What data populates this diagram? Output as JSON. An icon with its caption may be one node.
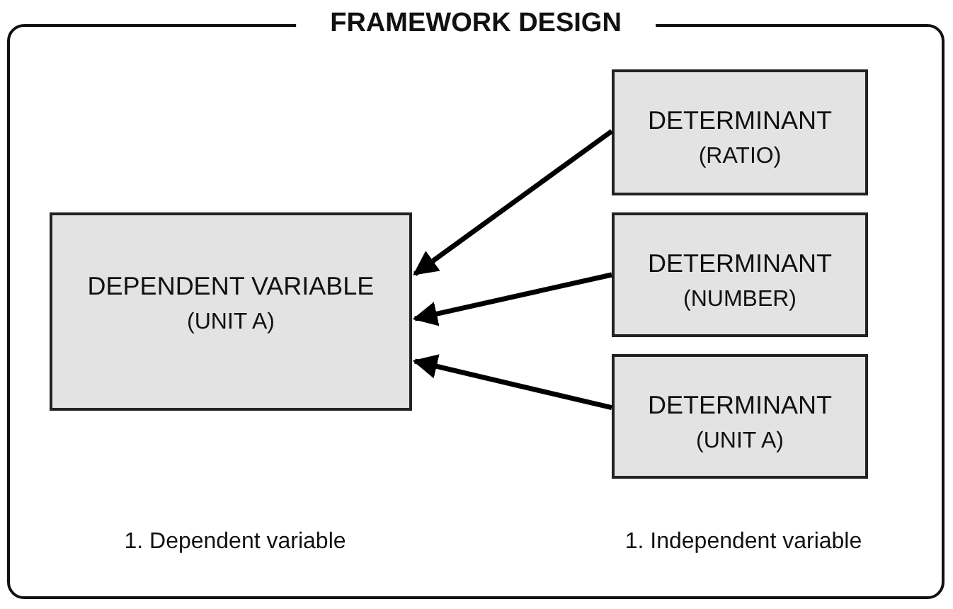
{
  "diagram": {
    "nodes": [
      {
        "text": [
          "FRAMEWORK DESIGN"
        ]
      },
      {
        "text": [
          "DEPENDENT VARIABLE",
          "(UNIT A)"
        ],
        "in": 0
      },
      {
        "text": [
          "DETERMINANT",
          "(RATIO)"
        ],
        "in": 0
      },
      {
        "text": [
          "DETERMINANT",
          "(NUMBER)"
        ],
        "in": 0
      },
      {
        "text": [
          "DETERMINANT",
          "(UNIT A)"
        ],
        "in": 0
      }
    ],
    "edges": [
      {
        "from": 2,
        "to": 1,
        "arrow": "to"
      },
      {
        "from": 3,
        "to": 1,
        "arrow": "to"
      },
      {
        "from": 4,
        "to": 1,
        "arrow": "to"
      }
    ],
    "labels": [
      "1. Dependent variable",
      "1. Independent variable"
    ]
  }
}
